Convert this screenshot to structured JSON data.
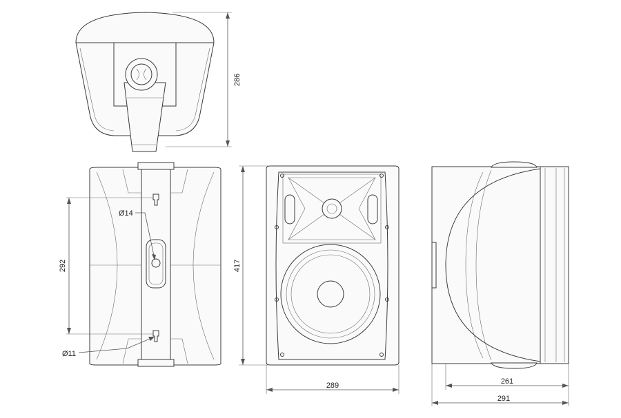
{
  "diagram": {
    "stroke_color": "#3a3a3a",
    "dimension_color": "#555555",
    "background": "#ffffff"
  },
  "dimensions": {
    "top_height": "286",
    "hole_spacing": "292",
    "front_height": "417",
    "front_width": "289",
    "side_depth_inner": "261",
    "side_depth_outer": "291"
  },
  "callouts": {
    "large_hole": "Ø14",
    "small_hole": "Ø11"
  }
}
